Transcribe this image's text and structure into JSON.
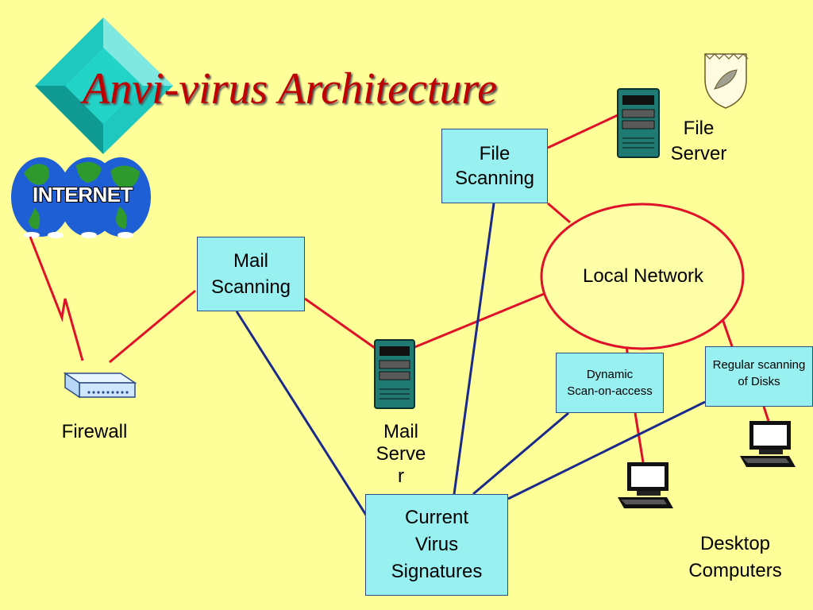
{
  "slide": {
    "title": "Anvi-virus Architecture",
    "internet_label": "INTERNET"
  },
  "boxes": {
    "file_scanning": "File\nScanning",
    "mail_scanning": "Mail\nScanning",
    "dynamic_scan": "Dynamic\nScan-on-access",
    "regular_scanning": "Regular scanning\nof Disks",
    "current_signatures": "Current\nVirus\nSignatures"
  },
  "labels": {
    "file_server": "File\nServer",
    "local_network": "Local Network",
    "firewall": "Firewall",
    "mail_server": "Mail\nServe\nr",
    "desktop_computers": "Desktop\nComputers"
  },
  "colors": {
    "background": "#ffff99",
    "box_fill": "#99f0f0",
    "red_link": "#e0102a",
    "blue_link": "#1a2a8c",
    "title": "#c00000"
  },
  "icons": [
    "diamond-icon",
    "globe-icon",
    "shield-feather-icon",
    "server-icon",
    "firewall-modem-icon",
    "desktop-computer-icon"
  ]
}
